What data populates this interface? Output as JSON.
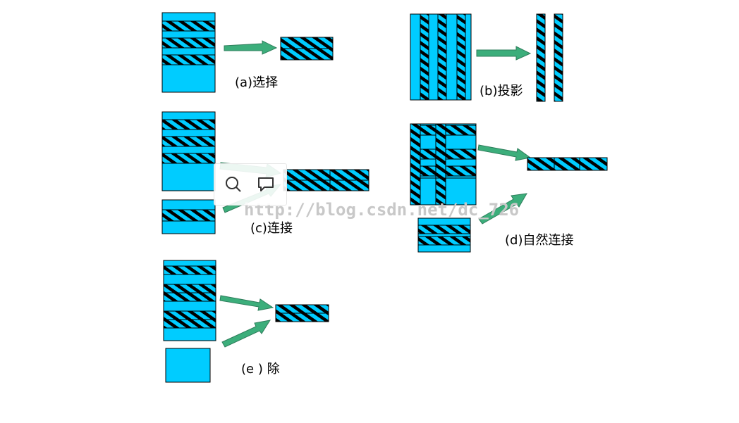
{
  "colors": {
    "cyan": "#00ccff",
    "stroke": "#000000",
    "arrow": "#3cae7b",
    "arrow_stroke": "#2e7d5b"
  },
  "labels": {
    "a": "(a)选择",
    "b": "(b)投影",
    "c": "(c)连接",
    "d": "(d)自然连接",
    "e": "(e ) 除"
  },
  "watermark": "http://blog.csdn.net/dc_726",
  "toolbar_icons": [
    "search-icon",
    "comment-icon"
  ]
}
